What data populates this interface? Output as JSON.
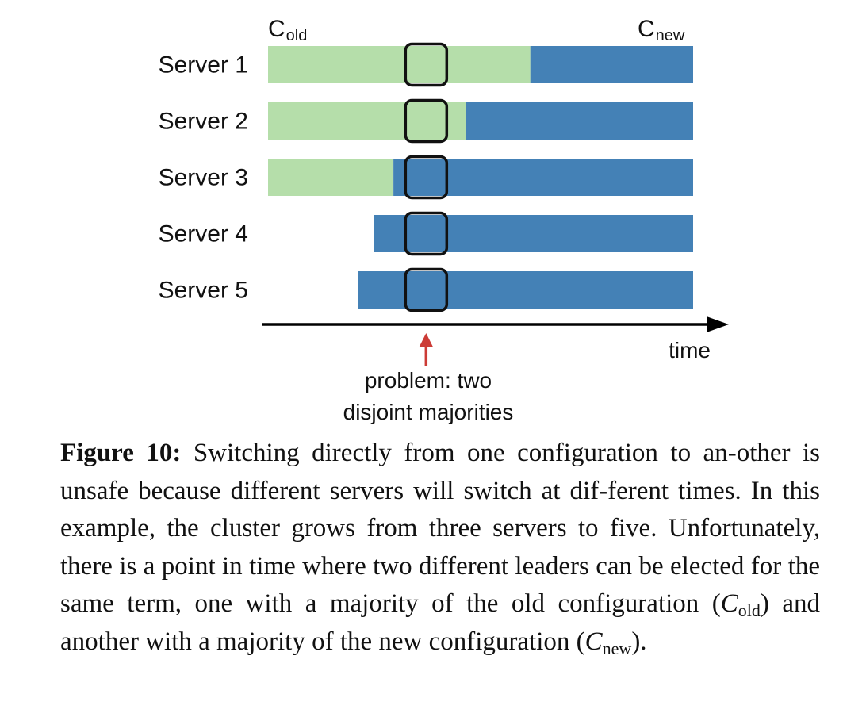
{
  "diagram": {
    "config_old": {
      "letter": "C",
      "subscript": "old"
    },
    "config_new": {
      "letter": "C",
      "subscript": "new"
    },
    "time_label": "time",
    "problem_line1": "problem: two",
    "problem_line2": "disjoint majorities",
    "colors": {
      "old": "#b5deaa",
      "new": "#4481b6",
      "arrow": "#cc3b36",
      "axis": "#000000"
    },
    "time_range": [
      0,
      100
    ],
    "problem_time": 37,
    "servers": [
      {
        "label": "Server 1",
        "start": 0,
        "switch": 61.7,
        "end": 100
      },
      {
        "label": "Server 2",
        "start": 0,
        "switch": 46.5,
        "end": 100
      },
      {
        "label": "Server 3",
        "start": 0,
        "switch": 29.5,
        "end": 100
      },
      {
        "label": "Server 4",
        "start": 24.9,
        "switch": 24.9,
        "end": 100
      },
      {
        "label": "Server 5",
        "start": 21.1,
        "switch": 21.1,
        "end": 100
      }
    ]
  },
  "caption": {
    "label": "Figure 10:",
    "p1": " Switching directly from one configuration to an-other is unsafe because different servers will switch at dif-ferent times. In this example, the cluster grows from three servers to five. Unfortunately, there is a point in time where two different leaders can be elected for the same term, one with a majority of the old configuration (",
    "c_old_letter": "C",
    "c_old_sub": "old",
    "p2": ") and another with a majority of the new configuration (",
    "c_new_letter": "C",
    "c_new_sub": "new",
    "p3": ")."
  }
}
